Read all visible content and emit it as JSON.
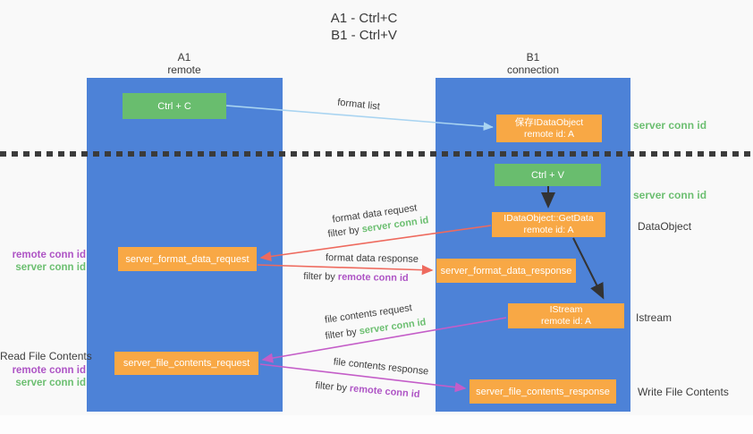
{
  "title": {
    "line1": "A1 - Ctrl+C",
    "line2": "B1 - Ctrl+V"
  },
  "columns": {
    "left": {
      "id": "A1",
      "role": "remote"
    },
    "right": {
      "id": "B1",
      "role": "connection"
    }
  },
  "nodes": {
    "ctrl_c": "Ctrl + C",
    "ctrl_v": "Ctrl + V",
    "save_dataobject": {
      "line1": "保存IDataObject",
      "line2": "remote id: A"
    },
    "getdata": {
      "line1": "IDataObject::GetData",
      "line2": "remote id: A"
    },
    "istream": {
      "line1": "IStream",
      "line2": "remote id: A"
    },
    "server_format_data_request": "server_format_data_request",
    "server_format_data_response": "server_format_data_response",
    "server_file_contents_request": "server_file_contents_request",
    "server_file_contents_response": "server_file_contents_response"
  },
  "arrow_labels": {
    "format_list": "format list",
    "format_data_request": "format data request",
    "format_data_response": "format data response",
    "file_contents_request": "file contents request",
    "file_contents_response": "file contents response",
    "filter_by": "filter by ",
    "server_conn_id": "server conn id",
    "remote_conn_id": "remote conn id"
  },
  "side_labels": {
    "server_conn_id_top": "server conn id",
    "server_conn_id_mid": "server conn id",
    "dataobject": "DataObject",
    "istream": "Istream",
    "write_file_contents": "Write File Contents",
    "read_file_contents": "Read File Contents",
    "remote_conn_id_mid": "remote conn id",
    "server_conn_id_left_mid": "server conn id",
    "remote_conn_id_bottom": "remote conn id",
    "server_conn_id_left_bottom": "server conn id"
  },
  "colors": {
    "lifeline_blue": "#4d82d7",
    "node_green": "#69bd6e",
    "node_orange": "#f8a845",
    "arrow_blue": "#a9d4f1",
    "arrow_red": "#ee6a5e",
    "arrow_magenta": "#c45dc8",
    "arrow_black": "#333333",
    "label_green": "#6cbf71",
    "label_purple": "#ae54c5",
    "text_dark": "#3d3d3d",
    "background": "#f9f9f9"
  }
}
